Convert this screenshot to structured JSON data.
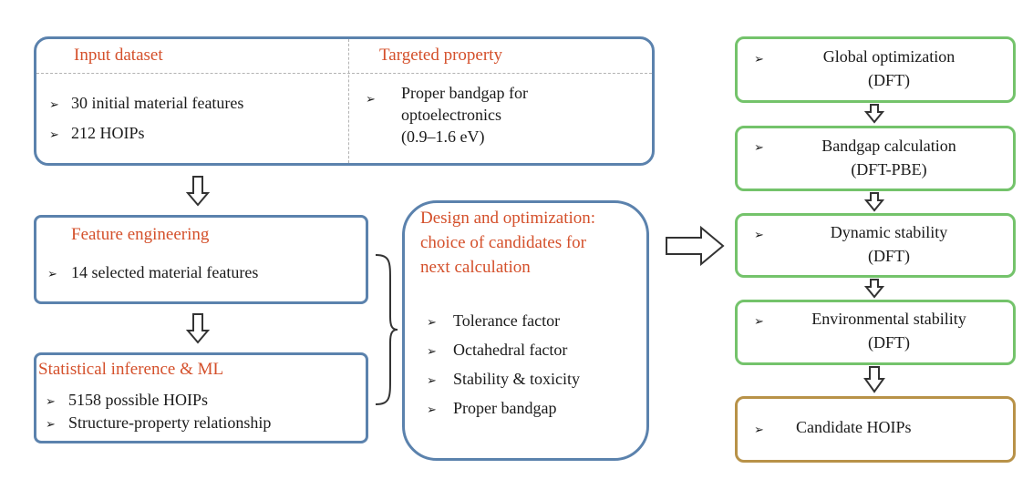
{
  "input_panel": {
    "dataset_heading": "Input dataset",
    "dataset_items": [
      "30 initial material features",
      "212 HOIPs"
    ],
    "property_heading": "Targeted property",
    "property_lines": [
      "Proper bandgap for",
      "optoelectronics",
      "(0.9–1.6 eV)"
    ]
  },
  "feature_panel": {
    "heading": "Feature engineering",
    "items": [
      "14 selected material features"
    ]
  },
  "stat_panel": {
    "heading": "Statistical inference & ML",
    "items": [
      "5158 possible HOIPs",
      "Structure-property relationship"
    ]
  },
  "design_panel": {
    "heading_lines": [
      "Design and optimization:",
      "choice of candidates for",
      "next calculation"
    ],
    "items": [
      "Tolerance factor",
      "Octahedral factor",
      "Stability & toxicity",
      "Proper bandgap"
    ]
  },
  "pipeline": [
    {
      "title": "Global optimization",
      "method": "(DFT)"
    },
    {
      "title": "Bandgap calculation",
      "method": "(DFT-PBE)"
    },
    {
      "title": "Dynamic stability",
      "method": "(DFT)"
    },
    {
      "title": "Environmental stability",
      "method": "(DFT)"
    },
    {
      "title": "Candidate HOIPs"
    }
  ],
  "bullet_glyph": "➢",
  "colors": {
    "heading_text": "#d4502b",
    "panel_border": "#5b82ad",
    "pipeline_border": "#74c36b",
    "result_border": "#b89248"
  }
}
